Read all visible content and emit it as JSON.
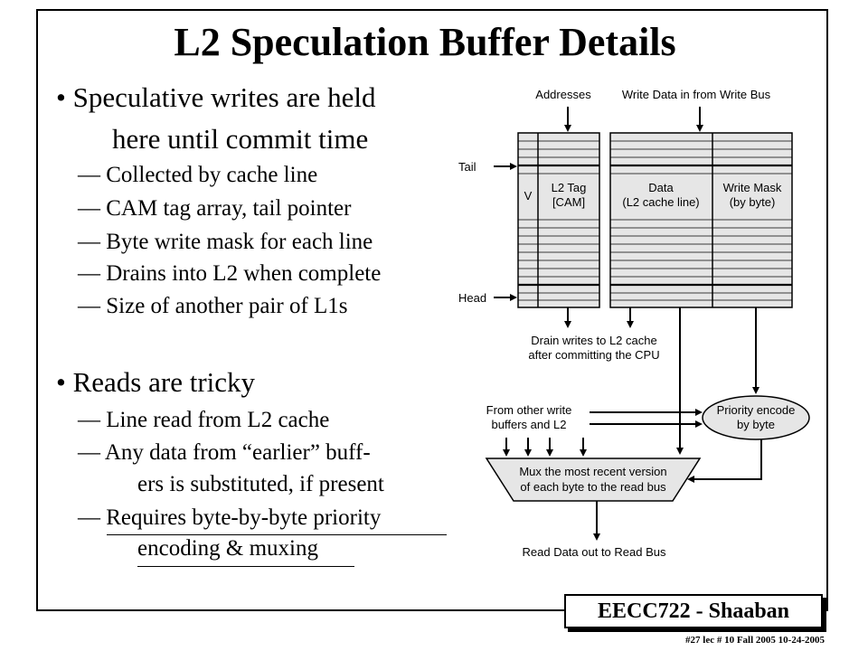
{
  "slide": {
    "title": "L2 Speculation Buffer Details",
    "bullets": [
      {
        "level": 1,
        "text": "• Speculative writes are held"
      },
      {
        "level": 1,
        "text": "here until commit time"
      },
      {
        "level": 2,
        "text": "— Collected by cache line"
      },
      {
        "level": 2,
        "text": "— CAM tag array, tail pointer"
      },
      {
        "level": 2,
        "text": "— Byte write mask for each line"
      },
      {
        "level": 2,
        "text": "— Drains into L2 when complete"
      },
      {
        "level": 2,
        "text": "— Size of another pair of L1s"
      },
      {
        "level": 1,
        "text": "• Reads are tricky"
      },
      {
        "level": 2,
        "text": "— Line read from L2 cache"
      },
      {
        "level": 2,
        "text": "— Any data from “earlier” buff-"
      },
      {
        "level": 2,
        "text": "ers is substituted, if present"
      },
      {
        "level": 2,
        "text": "— Requires byte-by-byte priority"
      },
      {
        "level": 2,
        "text": "encoding & muxing"
      }
    ]
  },
  "diagram": {
    "top_labels": {
      "addresses": "Addresses",
      "write_data": "Write Data in from Write Bus"
    },
    "side_labels": {
      "tail": "Tail",
      "head": "Head"
    },
    "columns": {
      "valid": "V",
      "tag_line1": "L2 Tag",
      "tag_line2": "[CAM]",
      "data_line1": "Data",
      "data_line2": "(L2 cache line)",
      "mask_line1": "Write Mask",
      "mask_line2": "(by byte)"
    },
    "drain_label_line1": "Drain writes to L2 cache",
    "drain_label_line2": "after committing the CPU",
    "other_buffers_line1": "From other write",
    "other_buffers_line2": "buffers and L2",
    "priority_line1": "Priority encode",
    "priority_line2": "by byte",
    "mux_line1": "Mux the most recent version",
    "mux_line2": "of each byte to the read bus",
    "read_out": "Read Data out to Read Bus"
  },
  "footer": {
    "course": "EECC722 - Shaaban",
    "note": "#27   lec # 10    Fall 2005    10-24-2005"
  },
  "colors": {
    "buffer_fill": "#e6e6e6",
    "ellipse_fill": "#e6e6e6",
    "mux_fill": "#e6e6e6",
    "ink": "#000000"
  }
}
